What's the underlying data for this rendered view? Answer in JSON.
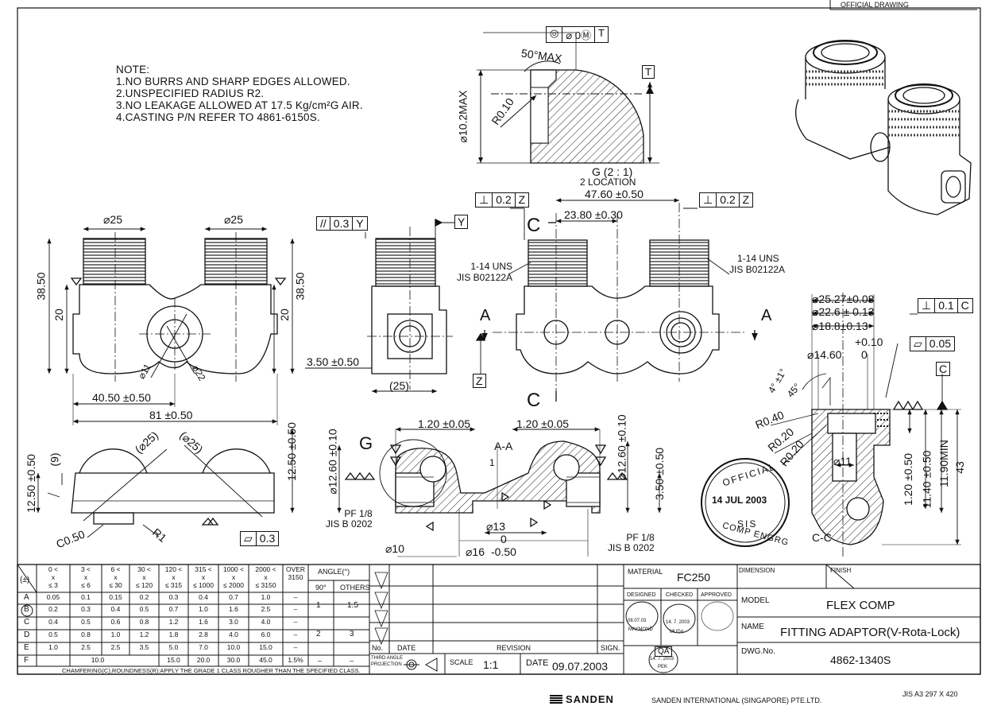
{
  "header": {
    "official_drawing": "OFFICIAL DRAWING"
  },
  "notes": {
    "title": "NOTE:",
    "lines": [
      "1.NO BURRS AND SHARP EDGES ALLOWED.",
      "2.UNSPECIFIED RADIUS R2.",
      "3.NO LEAKAGE ALLOWED AT 17.5 Kg/cm²G AIR.",
      "4.CASTING P/N REFER TO 4861-6150S."
    ]
  },
  "detail_g": {
    "fcf": [
      "◎",
      "⌀ 0Ⓜ",
      "T"
    ],
    "datum": "T",
    "angle": "50°MAX",
    "radius": "R0.10",
    "dia": "⌀10.2MAX",
    "label": "G (2 : 1)",
    "sublabel": "2 LOCATION"
  },
  "front_view": {
    "dim_top": "47.60 ±0.50",
    "dim_half": "23.80 ±0.30",
    "fcf_left": [
      "⊥",
      "0.2",
      "Z"
    ],
    "fcf_right": [
      "⊥",
      "0.2",
      "Z"
    ],
    "thread_left": [
      "1-14 UNS",
      "JIS B02122A"
    ],
    "thread_right": [
      "1-14 UNS",
      "JIS B02122A"
    ],
    "section_a": "A",
    "section_c": "C",
    "datum_z": "Z"
  },
  "side_view": {
    "fcf": [
      "//",
      "0.3",
      "Y"
    ],
    "datum_y": "Y",
    "dim_h": "3.50 ±0.50",
    "dim_w": "(25)"
  },
  "left_view": {
    "dia_left": "⌀25",
    "dia_right": "⌀25",
    "h1": "38.50",
    "h2": "20",
    "h3": "38.50",
    "h4": "20",
    "d11": "⌀11",
    "d22": "⌀22",
    "w1": "40.50 ±0.50",
    "w2": "81 ±0.50"
  },
  "bottom_view": {
    "d25a": "(⌀25)",
    "d25b": "(⌀25)",
    "h_left": "12.50 ±0.50",
    "h_small": "(9)",
    "h_right": "12.50 ±0.50",
    "chamfer": "C0.50",
    "radius": "R1",
    "flat": [
      "▱",
      "0.3"
    ]
  },
  "section_aa": {
    "label": "A-A",
    "g": "G",
    "w1": "1.20 ±0.05",
    "w2": "1.20 ±0.05",
    "d_left": "⌀12.60 ±0.10",
    "d_right": "⌀12.60 ±0.10",
    "h": "3.50 ±0.50",
    "one": "1",
    "pf_left": [
      "PF 1/8",
      "JIS B 0202"
    ],
    "pf_right": [
      "PF 1/8",
      "JIS B 0202"
    ],
    "d10": "⌀10",
    "d13": "⌀13",
    "d16": "⌀16",
    "tol0": "0",
    "tol": "-0.50"
  },
  "section_cc": {
    "label": "C-C",
    "d1": "⌀25.27±0.08",
    "d2": "⌀22.6 ± 0.13",
    "d3": "⌀18.8±0.13",
    "d4": "⌀14.60",
    "tol_up": "+0.10",
    "tol_lo": "0",
    "fcf1": [
      "⊥",
      "0.1",
      "C"
    ],
    "fcf2": [
      "▱",
      "0.05"
    ],
    "datum_c": "C",
    "ang1": "4° ±1°",
    "ang2": "45°",
    "r1": "R0.40",
    "r2": "R0.20",
    "r3": "R0.20",
    "d11": "⌀11",
    "v1": "1.20 ±0.50",
    "v2": "11.40 ±0.50",
    "v3": "11.90MIN",
    "v4": "43"
  },
  "stamp": {
    "top": "OFFICIAL",
    "date": "14 JUL 2003",
    "mid": "SIS",
    "bottom": "COMP ENGRG"
  },
  "tolerance_table": {
    "corner": "(±)",
    "headers": [
      "0 <\nx\n≤ 3",
      "3 <\nx\n≤ 6",
      "6 <\nx\n≤ 30",
      "30 <\nx\n≤ 120",
      "120 <\nx\n≤ 315",
      "315 <\nx\n≤ 1000",
      "1000 <\nx\n≤ 2000",
      "2000 <\nx\n≤ 3150",
      "OVER\n3150"
    ],
    "angle_head": "ANGLE(°)",
    "angle_sub": [
      "90°",
      "OTHERS"
    ],
    "rows": [
      {
        "g": "A",
        "v": [
          "0.05",
          "0.1",
          "0.15",
          "0.2",
          "0.3",
          "0.4",
          "0.7",
          "1.0",
          "–"
        ]
      },
      {
        "g": "B",
        "v": [
          "0.2",
          "0.3",
          "0.4",
          "0.5",
          "0.7",
          "1.0",
          "1.6",
          "2.5",
          "–"
        ]
      },
      {
        "g": "C",
        "v": [
          "0.4",
          "0.5",
          "0.6",
          "0.8",
          "1.2",
          "1.6",
          "3.0",
          "4.0",
          "–"
        ]
      },
      {
        "g": "D",
        "v": [
          "0.5",
          "0.8",
          "1.0",
          "1.2",
          "1.8",
          "2.8",
          "4.0",
          "6.0",
          "–"
        ]
      },
      {
        "g": "E",
        "v": [
          "1.0",
          "2.5",
          "2.5",
          "3.5",
          "5.0",
          "7.0",
          "10.0",
          "15.0",
          "–"
        ]
      },
      {
        "g": "F",
        "v": [
          "10.0",
          "",
          "",
          "",
          "15.0",
          "20.0",
          "30.0",
          "45.0",
          "1.5%"
        ]
      }
    ],
    "angle_vals": [
      "1",
      "1.5",
      "2",
      "3",
      "–",
      "–"
    ],
    "footer": "CHAMFERING(C),ROUNDNESS(R):APPLY THE GRADE 1 CLASS ROUGHER THAN THE SPECIFIED CLASS."
  },
  "revision": {
    "no": "No.",
    "date": "DATE",
    "revision": "REVISION",
    "sign": "SIGN."
  },
  "title_block": {
    "third_angle": "THIRD ANGLE\nPROJECTION",
    "scale_label": "SCALE",
    "scale": "1:1",
    "date_label": "DATE",
    "date": "09.07.2003",
    "material_label": "MATERIAL",
    "material": "FC250",
    "dimension_label": "DIMENSION",
    "finish_label": "FINISH",
    "designed": "DESIGNED",
    "checked": "CHECKED",
    "approved": "APPROVED",
    "model_label": "MODEL",
    "model": "FLEX COMP",
    "name_label": "NAME",
    "name": "FITTING ADAPTOR(V-Rota-Lock)",
    "dwg_label": "DWG.No.",
    "dwg": "4862-1340S",
    "qa": "QA",
    "stamp_dates": [
      "08.07.03",
      "14. 7. 2003",
      "14. 7. 2003"
    ],
    "stamp_names": [
      "MAYMOND",
      "MUDA",
      "PEK"
    ]
  },
  "footer": {
    "brand": "SANDEN",
    "company": "SANDEN INTERNATIONAL (SINGAPORE) PTE.LTD.",
    "size": "JIS A3 297 X 420"
  }
}
